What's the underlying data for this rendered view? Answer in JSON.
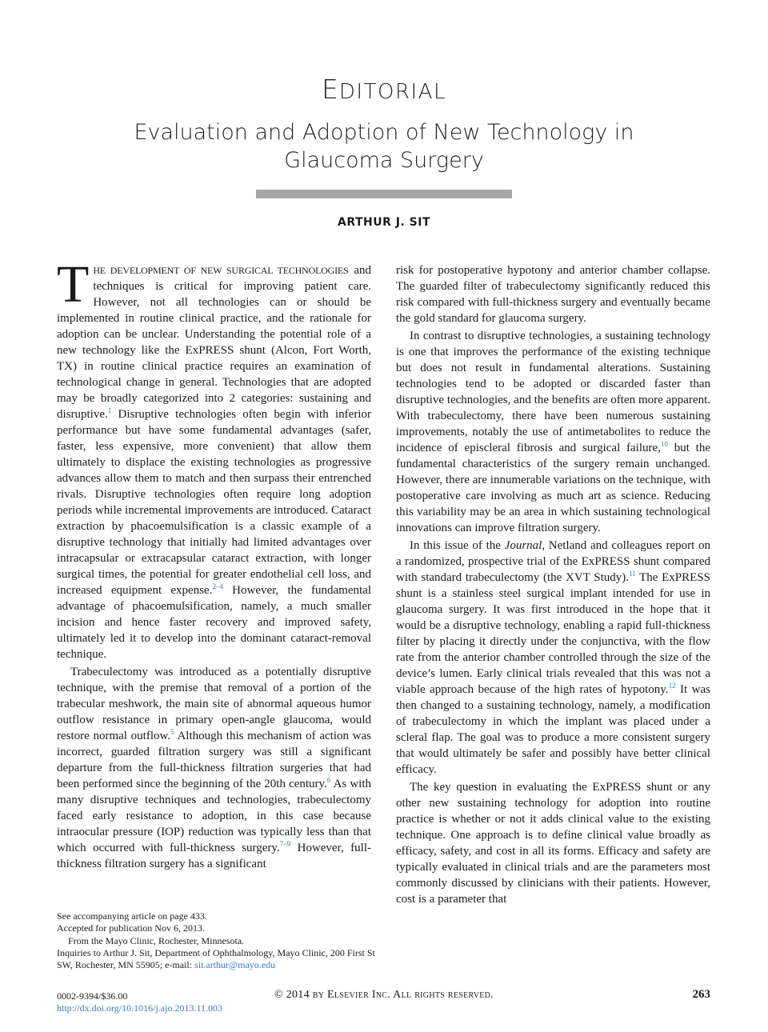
{
  "header": {
    "section_first": "E",
    "section_rest": "ditorial",
    "title": "Evaluation and Adoption of New Technology in Glaucoma Surgery",
    "author": "ARTHUR J. SIT"
  },
  "left_column": {
    "dropcap": "T",
    "lead_caps": "HE DEVELOPMENT OF NEW SURGICAL TECHNOLOGIES",
    "p1_a": " and techniques is critical for improving patient care. However, not all technologies can or should be implemented in routine clinical practice, and the rationale for adoption can be unclear. Understanding the potential role of a new technology like the ExPRESS shunt (Alcon, Fort Worth, TX) in routine clinical practice requires an examination of technological change in general. Technologies that are adopted may be broadly categorized into 2 categories: sustaining and disruptive.",
    "p1_ref1": "1",
    "p1_b": " Disruptive technologies often begin with inferior performance but have some fundamental advantages (safer, faster, less expensive, more convenient) that allow them ultimately to displace the existing technologies as progressive advances allow them to match and then surpass their entrenched rivals. Disruptive technologies often require long adoption periods while incremental improvements are introduced. Cataract extraction by phacoemulsification is a classic example of a disruptive technology that initially had limited advantages over intracapsular or extracapsular cataract extraction, with longer surgical times, the potential for greater endothelial cell loss, and increased equipment expense.",
    "p1_ref2": "2–4",
    "p1_c": " However, the fundamental advantage of phacoemulsification, namely, a much smaller incision and hence faster recovery and improved safety, ultimately led it to develop into the dominant cataract-removal technique.",
    "p2_a": "Trabeculectomy was introduced as a potentially disruptive technique, with the premise that removal of a portion of the trabecular meshwork, the main site of abnormal aqueous humor outflow resistance in primary open-angle glaucoma, would restore normal outflow.",
    "p2_ref1": "5",
    "p2_b": " Although this mechanism of action was incorrect, guarded filtration surgery was still a significant departure from the full-thickness filtration surgeries that had been performed since the beginning of the 20th century.",
    "p2_ref2": "6",
    "p2_c": " As with many disruptive techniques and technologies, trabeculectomy faced early resistance to adoption, in this case because intraocular pressure (IOP) reduction was typically less than that which occurred with full-thickness surgery.",
    "p2_ref3": "7–9",
    "p2_d": " However, full-thickness filtration surgery has a significant"
  },
  "right_column": {
    "p1": "risk for postoperative hypotony and anterior chamber collapse. The guarded filter of trabeculectomy significantly reduced this risk compared with full-thickness surgery and eventually became the gold standard for glaucoma surgery.",
    "p2_a": "In contrast to disruptive technologies, a sustaining technology is one that improves the performance of the existing technique but does not result in fundamental alterations. Sustaining technologies tend to be adopted or discarded faster than disruptive technologies, and the benefits are often more apparent. With trabeculectomy, there have been numerous sustaining improvements, notably the use of antimetabolites to reduce the incidence of episcleral fibrosis and surgical failure,",
    "p2_ref1": "10",
    "p2_b": " but the fundamental characteristics of the surgery remain unchanged. However, there are innumerable variations on the technique, with postoperative care involving as much art as science. Reducing this variability may be an area in which sustaining technological innovations can improve filtration surgery.",
    "p3_a": "In this issue of the ",
    "p3_journal": "Journal",
    "p3_b": ", Netland and colleagues report on a randomized, prospective trial of the ExPRESS shunt compared with standard trabeculectomy (the XVT Study).",
    "p3_ref1": "11",
    "p3_c": " The ExPRESS shunt is a stainless steel surgical implant intended for use in glaucoma surgery. It was first introduced in the hope that it would be a disruptive technology, enabling a rapid full-thickness filter by placing it directly under the conjunctiva, with the flow rate from the anterior chamber controlled through the size of the device’s lumen. Early clinical trials revealed that this was not a viable approach because of the high rates of hypotony.",
    "p3_ref2": "12",
    "p3_d": " It was then changed to a sustaining technology, namely, a modification of trabeculectomy in which the implant was placed under a scleral flap. The goal was to produce a more consistent surgery that would ultimately be safer and possibly have better clinical efficacy.",
    "p4": "The key question in evaluating the ExPRESS shunt or any other new sustaining technology for adoption into routine practice is whether or not it adds clinical value to the existing technique. One approach is to define clinical value broadly as efficacy, safety, and cost in all its forms. Efficacy and safety are typically evaluated in clinical trials and are the parameters most commonly discussed by clinicians with their patients. However, cost is a parameter that"
  },
  "footnotes": {
    "line1": "See accompanying article on page 433.",
    "line2": "Accepted for publication Nov 6, 2013.",
    "line3": "From the Mayo Clinic, Rochester, Minnesota.",
    "line4": "Inquiries to Arthur J. Sit, Department of Ophthalmology, Mayo Clinic, 200 First St SW, Rochester, MN 55905; e-mail: ",
    "email": "sit.arthur@mayo.edu"
  },
  "footer": {
    "issn_price": "0002-9394/$36.00",
    "doi": "http://dx.doi.org/10.1016/j.ajo.2013.11.003",
    "copyright": "© 2014 by Elsevier Inc. All rights reserved.",
    "page_number": "263"
  },
  "colors": {
    "link": "#3a78c2",
    "rule": "#a6a6a6"
  }
}
